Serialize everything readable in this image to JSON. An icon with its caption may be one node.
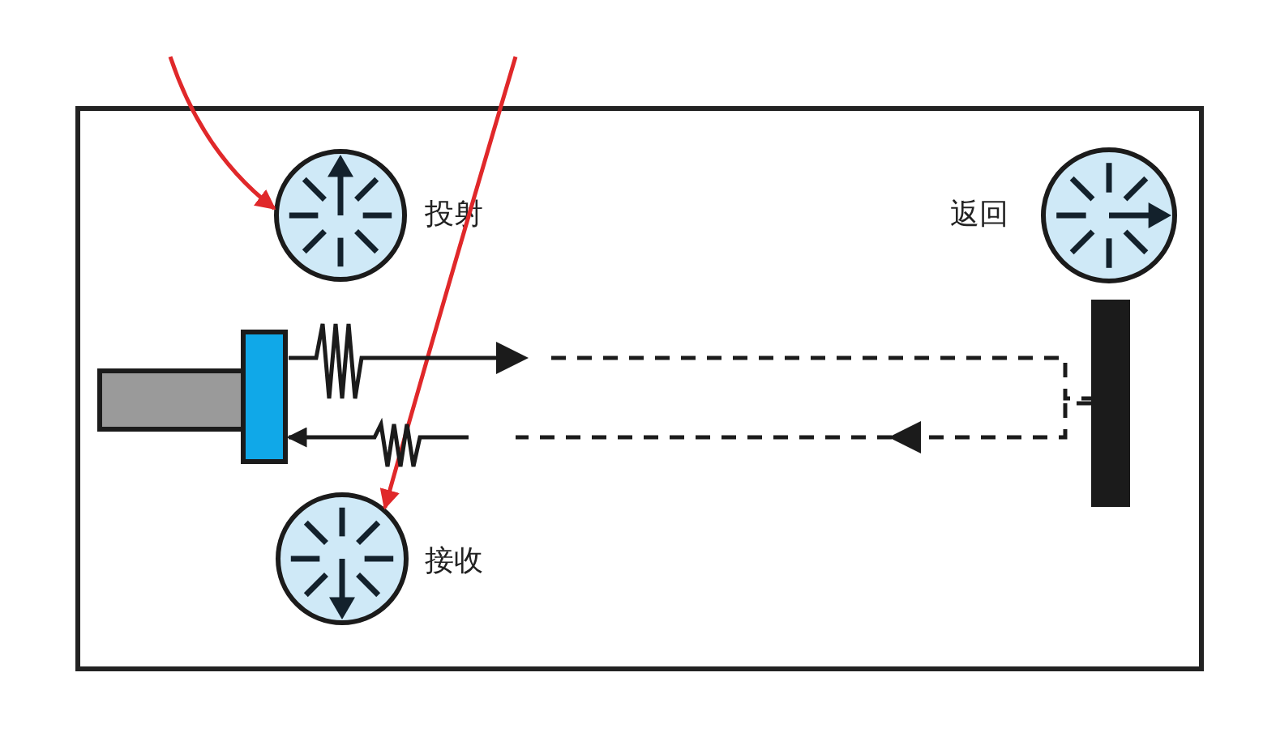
{
  "diagram": {
    "nodes": [
      {
        "text": [],
        "shape": "circle",
        "beside": [
          "投射"
        ]
      },
      {
        "text": [],
        "shape": "circle",
        "beside": [
          "返回"
        ]
      },
      {
        "text": [],
        "shape": "circle",
        "beside": [
          "接收"
        ]
      },
      {
        "text": [],
        "shape": "picture"
      },
      {
        "text": [],
        "shape": "bar"
      }
    ],
    "edges": [
      {
        "from": null,
        "to": 0,
        "arrow": "to",
        "color": "#e0282a"
      },
      {
        "from": null,
        "to": 2,
        "arrow": "to",
        "color": "#e0282a"
      },
      {
        "from": 3,
        "to": 4,
        "arrow": "to",
        "style": "dashed",
        "color": "#1b1b1b"
      },
      {
        "from": 4,
        "to": 3,
        "arrow": "to",
        "style": "dashed",
        "color": "#1b1b1b"
      }
    ]
  }
}
